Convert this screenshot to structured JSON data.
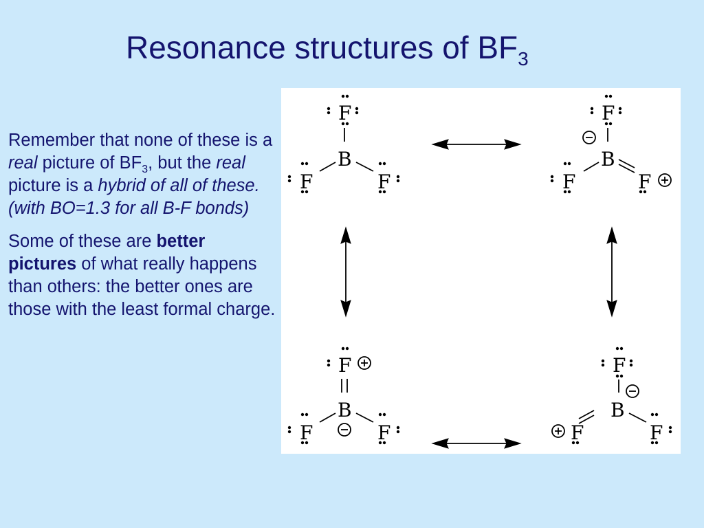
{
  "slide": {
    "title": {
      "main": "Resonance structures  of BF",
      "sub": "3"
    },
    "paragraph1": {
      "t1": "Remember that none of these is a ",
      "real1": "real",
      "t2": " picture of BF",
      "sub": "3",
      "t3": ", but the ",
      "real2": "real",
      "t4": " picture is a ",
      "hybrid": "hybrid of all of these. (with BO=1.3 for all B-F bonds)"
    },
    "paragraph2": {
      "t1": "Some of these are ",
      "bold": "better pictures",
      "t2": " of what really happens than others: the better ones are those with the least formal charge."
    },
    "diagram": {
      "boron": "B",
      "fluorine": "F"
    }
  },
  "colors": {
    "background": "#cce9fb",
    "text": "#14146e",
    "figure_bg": "#ffffff"
  }
}
